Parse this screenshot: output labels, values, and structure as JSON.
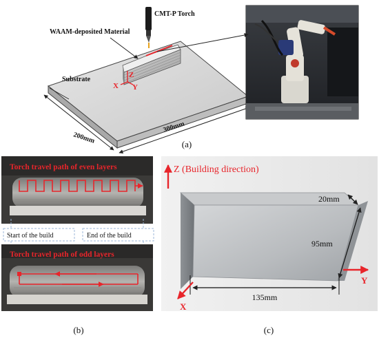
{
  "panel_a": {
    "label": "(a)",
    "torch_label": "CMT-P Torch",
    "material_label": "WAAM-deposited Material",
    "substrate_label": "Substrate",
    "width_label": "200mm",
    "length_label": "300mm",
    "axis_x": "X",
    "axis_y": "Y",
    "axis_z": "Z"
  },
  "panel_b": {
    "label": "(b)",
    "even_caption": "Torch travel path of even layers",
    "odd_caption": "Torch travel path of odd layers",
    "start_label": "Start of the build",
    "end_label": "End of the build"
  },
  "panel_c": {
    "label": "(c)",
    "z_label": "Z (Building direction)",
    "thickness_label": "20mm",
    "height_label": "95mm",
    "length_label": "135mm",
    "axis_x": "X",
    "axis_y": "Y"
  },
  "colors": {
    "accent_red": "#e8252b",
    "outline_dark": "#222222"
  }
}
